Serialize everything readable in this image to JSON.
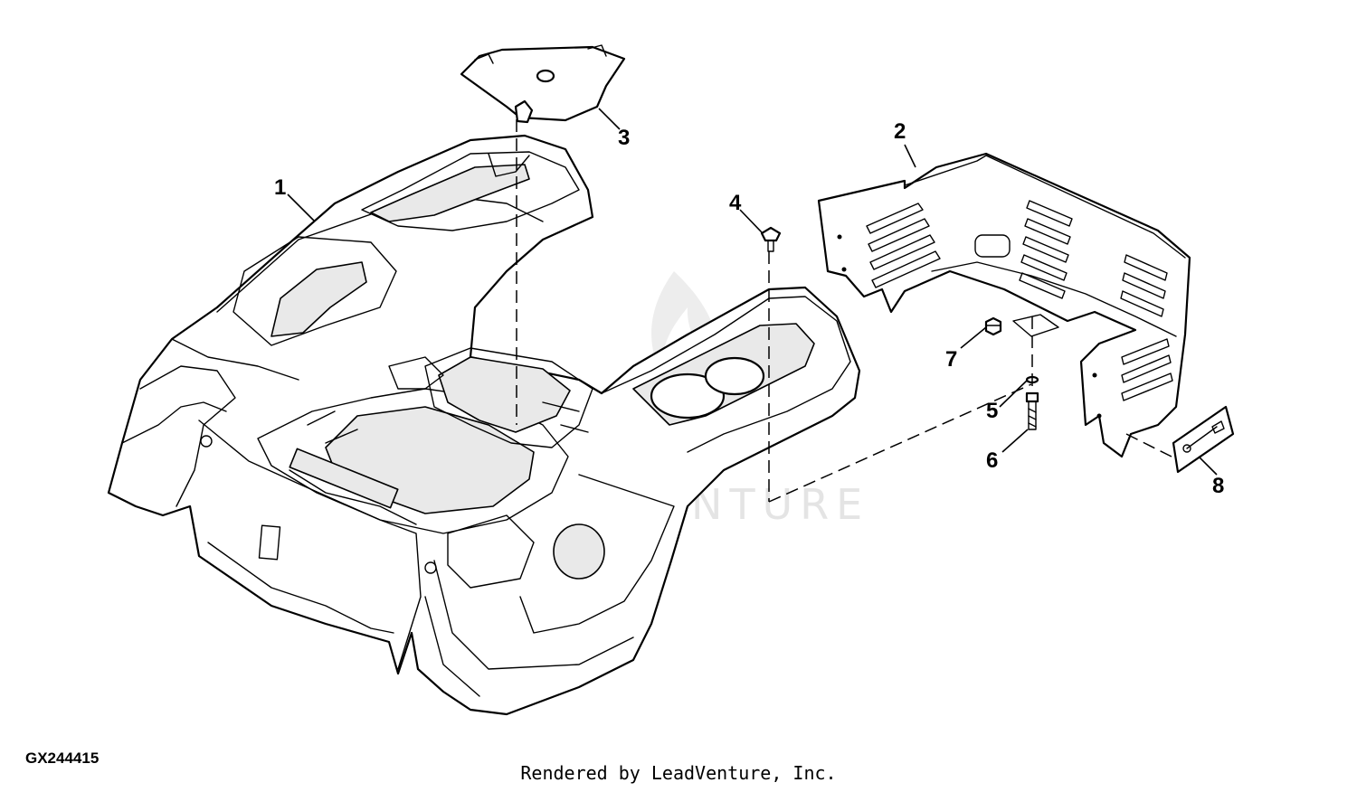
{
  "diagram": {
    "callouts": [
      "1",
      "2",
      "3",
      "4",
      "5",
      "6",
      "7",
      "8"
    ],
    "figure_code": "GX244415",
    "watermark": "LEADVENTURE",
    "credit": "Rendered by LeadVenture, Inc."
  }
}
